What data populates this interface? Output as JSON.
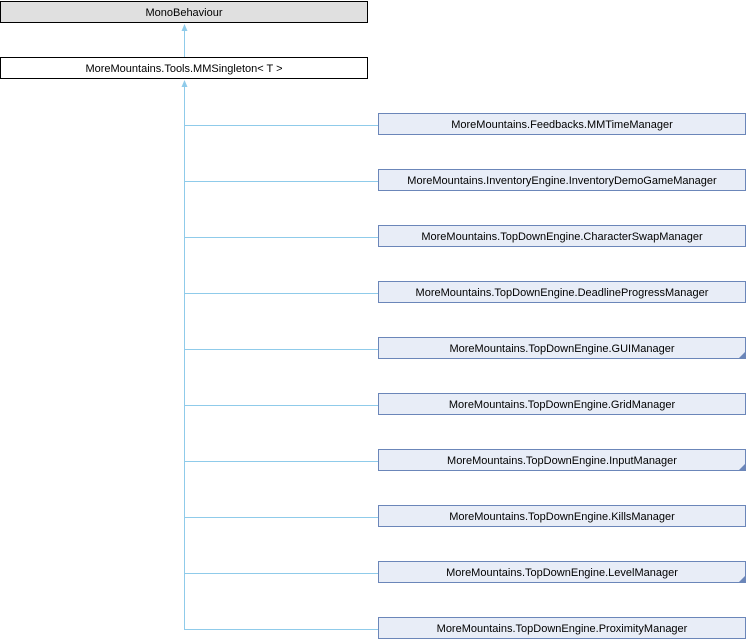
{
  "colors": {
    "line": "#8fcbea",
    "child_fill": "#e8edf7",
    "child_border": "#6b86b9"
  },
  "root": {
    "label": "MonoBehaviour"
  },
  "parent": {
    "label": "MoreMountains.Tools.MMSingleton< T >"
  },
  "children": [
    {
      "label": "MoreMountains.Feedbacks.MMTimeManager",
      "has_more": false
    },
    {
      "label": "MoreMountains.InventoryEngine.InventoryDemoGameManager",
      "has_more": false
    },
    {
      "label": "MoreMountains.TopDownEngine.CharacterSwapManager",
      "has_more": false
    },
    {
      "label": "MoreMountains.TopDownEngine.DeadlineProgressManager",
      "has_more": false
    },
    {
      "label": "MoreMountains.TopDownEngine.GUIManager",
      "has_more": true
    },
    {
      "label": "MoreMountains.TopDownEngine.GridManager",
      "has_more": false
    },
    {
      "label": "MoreMountains.TopDownEngine.InputManager",
      "has_more": true
    },
    {
      "label": "MoreMountains.TopDownEngine.KillsManager",
      "has_more": false
    },
    {
      "label": "MoreMountains.TopDownEngine.LevelManager",
      "has_more": true
    },
    {
      "label": "MoreMountains.TopDownEngine.ProximityManager",
      "has_more": false
    }
  ]
}
